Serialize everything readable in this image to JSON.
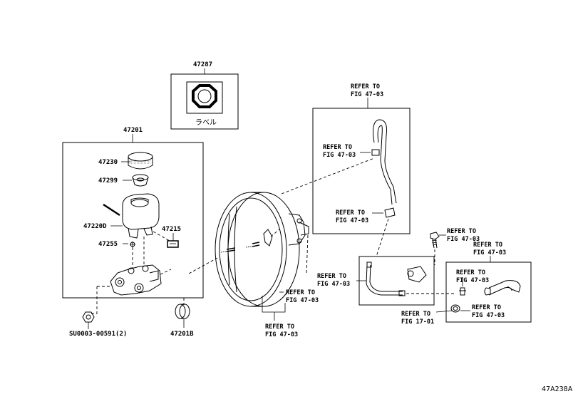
{
  "parts": {
    "p47287": "47287",
    "label_jp": "ラベル",
    "p47201": "47201",
    "p47230": "47230",
    "p47299": "47299",
    "p47220D": "47220D",
    "p47215": "47215",
    "p47255": "47255",
    "su0003": "SU0003-00591(2)",
    "p47201B": "47201B"
  },
  "refs": {
    "r1": [
      "REFER TO",
      "FIG 47-03"
    ],
    "r2": [
      "REFER TO",
      "FIG 47-03"
    ],
    "r3": [
      "REFER TO",
      "FIG 47-03"
    ],
    "r4": [
      "REFER TO",
      "FIG 47-03"
    ],
    "r5": [
      "REFER TO",
      "FIG 47-03"
    ],
    "r6": [
      "REFER TO",
      "FIG 47-03"
    ],
    "r7": [
      "REFER TO",
      "FIG 47-03"
    ],
    "r8": [
      "REFER TO",
      "FIG 47-03"
    ],
    "r9": [
      "REFER TO",
      "FIG 47-03"
    ],
    "r10": [
      "REFER TO",
      "FIG 47-03"
    ],
    "r11": [
      "REFER TO",
      "FIG 17-01"
    ]
  },
  "diagram_id": "47A238A"
}
